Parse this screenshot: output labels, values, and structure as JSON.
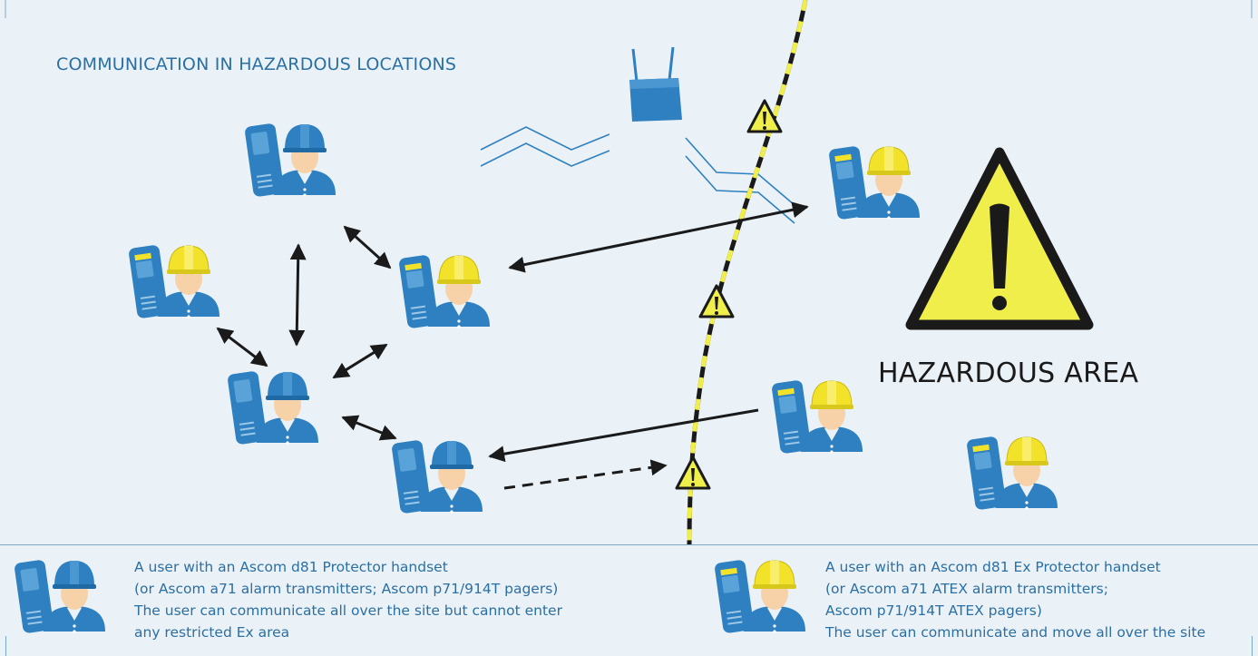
{
  "title": "COMMUNICATION IN HAZARDOUS LOCATIONS",
  "hazard_area_label": "HAZARDOUS AREA",
  "colors": {
    "background": "#eaf2f8",
    "accent_blue": "#2b6fa3",
    "helmet_blue": "#2f80c0",
    "helmet_yellow": "#f2e22a",
    "warning_yellow": "#f0ee4a",
    "border_line": "#7fa6c2"
  },
  "icons": [
    "worker-blue-helmet-icon",
    "worker-yellow-helmet-icon",
    "access-point-icon",
    "warning-triangle-icon",
    "wireless-signal-icon"
  ],
  "legend": {
    "standard": {
      "line1": "A user with an Ascom d81 Protector handset",
      "line2": "(or Ascom a71 alarm transmitters; Ascom p71/914T pagers)",
      "line3": "The user can communicate all over the site but cannot enter",
      "line4": "any restricted Ex area"
    },
    "ex": {
      "line1": "A user with an Ascom d81 Ex Protector handset",
      "line2": "(or Ascom a71 ATEX alarm transmitters;",
      "line3": "Ascom p71/914T ATEX pagers)",
      "line4": "The user can communicate and move all over the site"
    }
  }
}
